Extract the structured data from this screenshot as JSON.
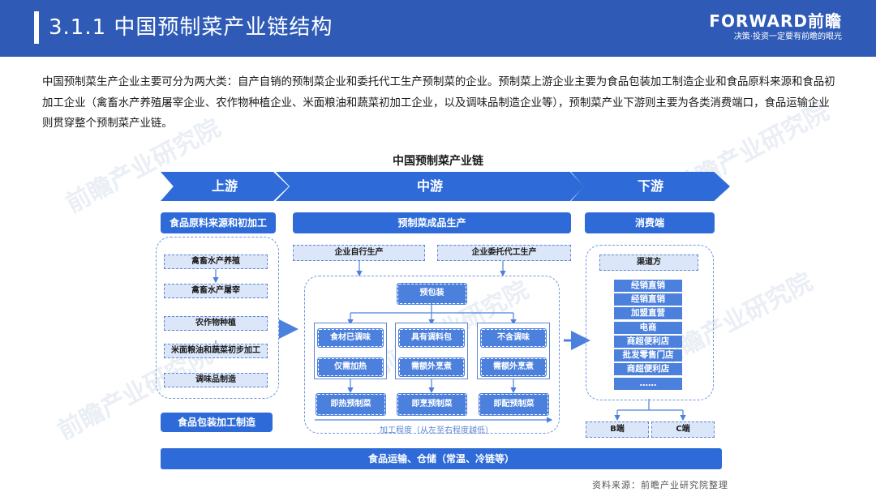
{
  "header": {
    "title": "3.1.1  中国预制菜产业链结构",
    "brand_logo": "FORWARD前瞻",
    "brand_slogan": "决策·投资一定要有前瞻的眼光"
  },
  "intro": "中国预制菜生产企业主要可分为两大类：自产自销的预制菜企业和委托代工生产预制菜的企业。预制菜上游企业主要为食品包装加工制造企业和食品原料来源和食品初加工企业（禽畜水产养殖屠宰企业、农作物种植企业、米面粮油和蔬菜初加工企业，以及调味品制造企业等），预制菜产业下游则主要为各类消费端口，食品运输企业则贯穿整个预制菜产业链。",
  "watermark": "前瞻产业研究院",
  "diagram": {
    "title": "中国预制菜产业链",
    "stages": {
      "upstream": "上游",
      "midstream": "中游",
      "downstream": "下游"
    },
    "upstream": {
      "header": "食品原料来源和初加工",
      "items": [
        "禽畜水产养殖",
        "禽畜水产屠宰",
        "农作物种植",
        "米面粮油和蔬菜初步加工",
        "调味品制造"
      ],
      "packaging": "食品包装加工制造"
    },
    "midstream": {
      "header": "预制菜成品生产",
      "self_production": "企业自行生产",
      "oem_production": "企业委托代工生产",
      "prepackaged": "预包装",
      "columns": [
        {
          "top": "食材已调味",
          "mid": "仅需加热",
          "bottom": "即热预制菜"
        },
        {
          "top": "具有调料包",
          "mid": "需额外烹煮",
          "bottom": "即烹预制菜"
        },
        {
          "top": "不含调味",
          "mid": "需额外烹煮",
          "bottom": "即配预制菜"
        }
      ],
      "process_label": "加工程度（从左至右程度越低）"
    },
    "downstream": {
      "header": "消费端",
      "channel": "渠道方",
      "channels": [
        "经销直销",
        "经销直销",
        "加盟直营",
        "电商",
        "商超便利店",
        "批发零售门店",
        "商超便利店",
        "……"
      ],
      "b_end": "B端",
      "c_end": "C端"
    },
    "logistics": "食品运输、仓储（常温、冷链等）"
  },
  "source": "资料来源：前瞻产业研究院整理"
}
